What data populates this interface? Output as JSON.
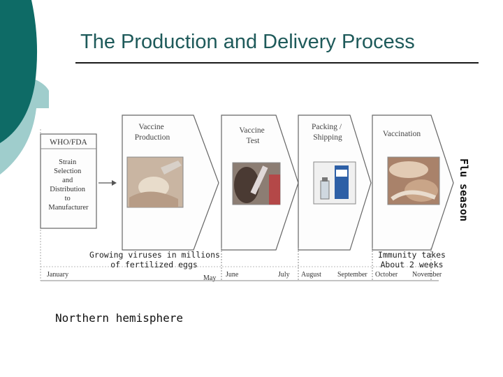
{
  "slide": {
    "title": "The Production and Delivery Process",
    "accent_color": "#0e6b66",
    "light_accent_color": "#9fcdcc"
  },
  "diagram": {
    "start_box": {
      "heading": "WHO/FDA",
      "body_lines": [
        "Strain",
        "Selection",
        "and",
        "Distribution",
        "to",
        "Manufacturer"
      ]
    },
    "stages": [
      {
        "label_lines": [
          "Vaccine",
          "Production"
        ],
        "photo": "hands-holding-egg-photo"
      },
      {
        "label_lines": [
          "Vaccine",
          "Test"
        ],
        "photo": "lab-test-tube-photo"
      },
      {
        "label_lines": [
          "Packing /",
          "Shipping"
        ],
        "photo": "vaccine-vial-box-photo"
      },
      {
        "label_lines": [
          "Vaccination"
        ],
        "photo": "arm-injection-photo"
      }
    ],
    "months": [
      "January",
      "May",
      "June",
      "July",
      "August",
      "September",
      "October",
      "November"
    ],
    "captions": {
      "production": [
        "Growing viruses in millions",
        "of fertilized eggs"
      ],
      "vaccination": [
        "Immunity takes",
        "About 2 weeks"
      ]
    },
    "flu_season_label": "Flu season",
    "hemisphere_label": "Northern hemisphere"
  }
}
